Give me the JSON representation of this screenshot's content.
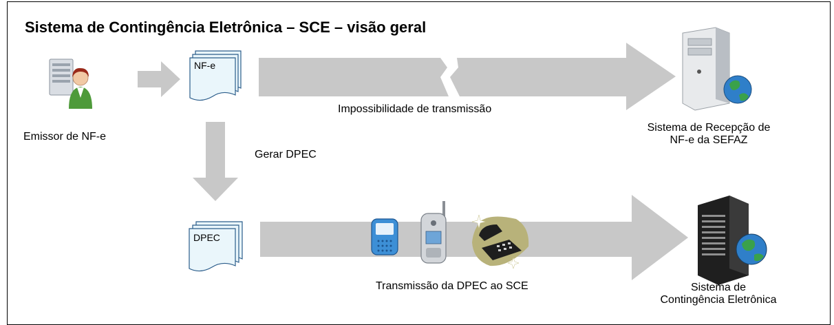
{
  "title": "Sistema de Contingência Eletrônica – SCE – visão geral",
  "nodes": {
    "emitter": {
      "label": "Emissor de NF-e"
    },
    "nfe_doc": {
      "label": "NF-e"
    },
    "dpec_doc": {
      "label": "DPEC"
    },
    "sefaz": {
      "label_line1": "Sistema de Recepção de",
      "label_line2": "NF-e da SEFAZ"
    },
    "sce": {
      "label_line1": "Sistema de",
      "label_line2": "Contingência Eletrônica"
    }
  },
  "edges": {
    "impossibility": {
      "label": "Impossibilidade de transmissão"
    },
    "generate_dpec": {
      "label": "Gerar DPEC"
    },
    "transmission": {
      "label": "Transmissão da DPEC ao SCE"
    }
  },
  "colors": {
    "arrow": "#c8c8c8",
    "doc_fill": "#eaf6fb",
    "doc_stroke": "#2a5c8a"
  },
  "icons": [
    "user-at-computer-icon",
    "server-globe-icon",
    "dark-server-globe-icon",
    "smartphone-icon",
    "cellphone-icon",
    "desk-phone-icon"
  ]
}
